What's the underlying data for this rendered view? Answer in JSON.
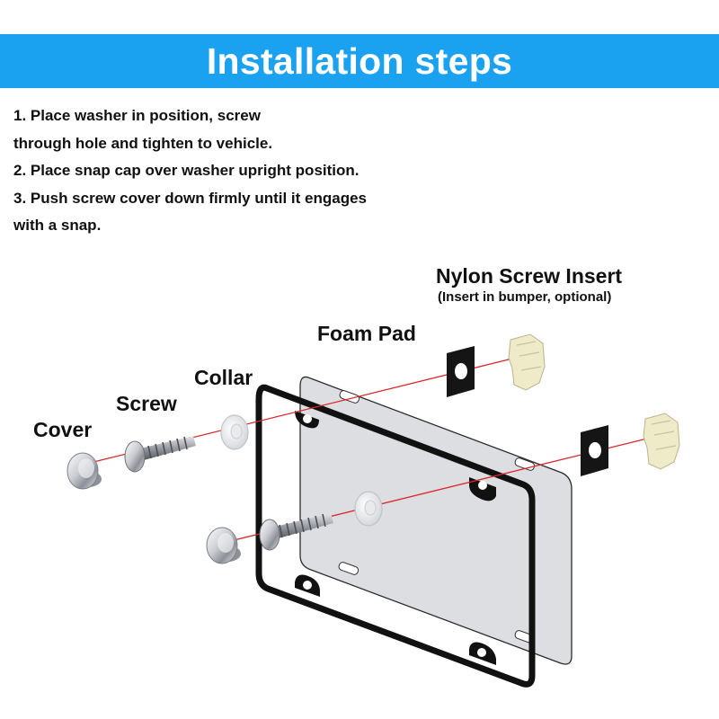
{
  "header": {
    "title": "Installation steps"
  },
  "steps": [
    "1. Place washer in position, screw",
    "through hole and tighten to vehicle.",
    "2. Place snap cap over washer upright position.",
    "3. Push screw cover down firmly until it engages",
    "with a snap."
  ],
  "labels": {
    "nylon_insert": "Nylon Screw Insert",
    "nylon_insert_note": "(Insert in bumper, optional)",
    "foam_pad": "Foam Pad",
    "collar": "Collar",
    "screw": "Screw",
    "cover": "Cover"
  },
  "colors": {
    "banner": "#1aa1f0",
    "assembly_line": "#d8262b",
    "frame": "#111111",
    "plate_fill": "#d9d9dd",
    "insert": "#efeac8"
  }
}
